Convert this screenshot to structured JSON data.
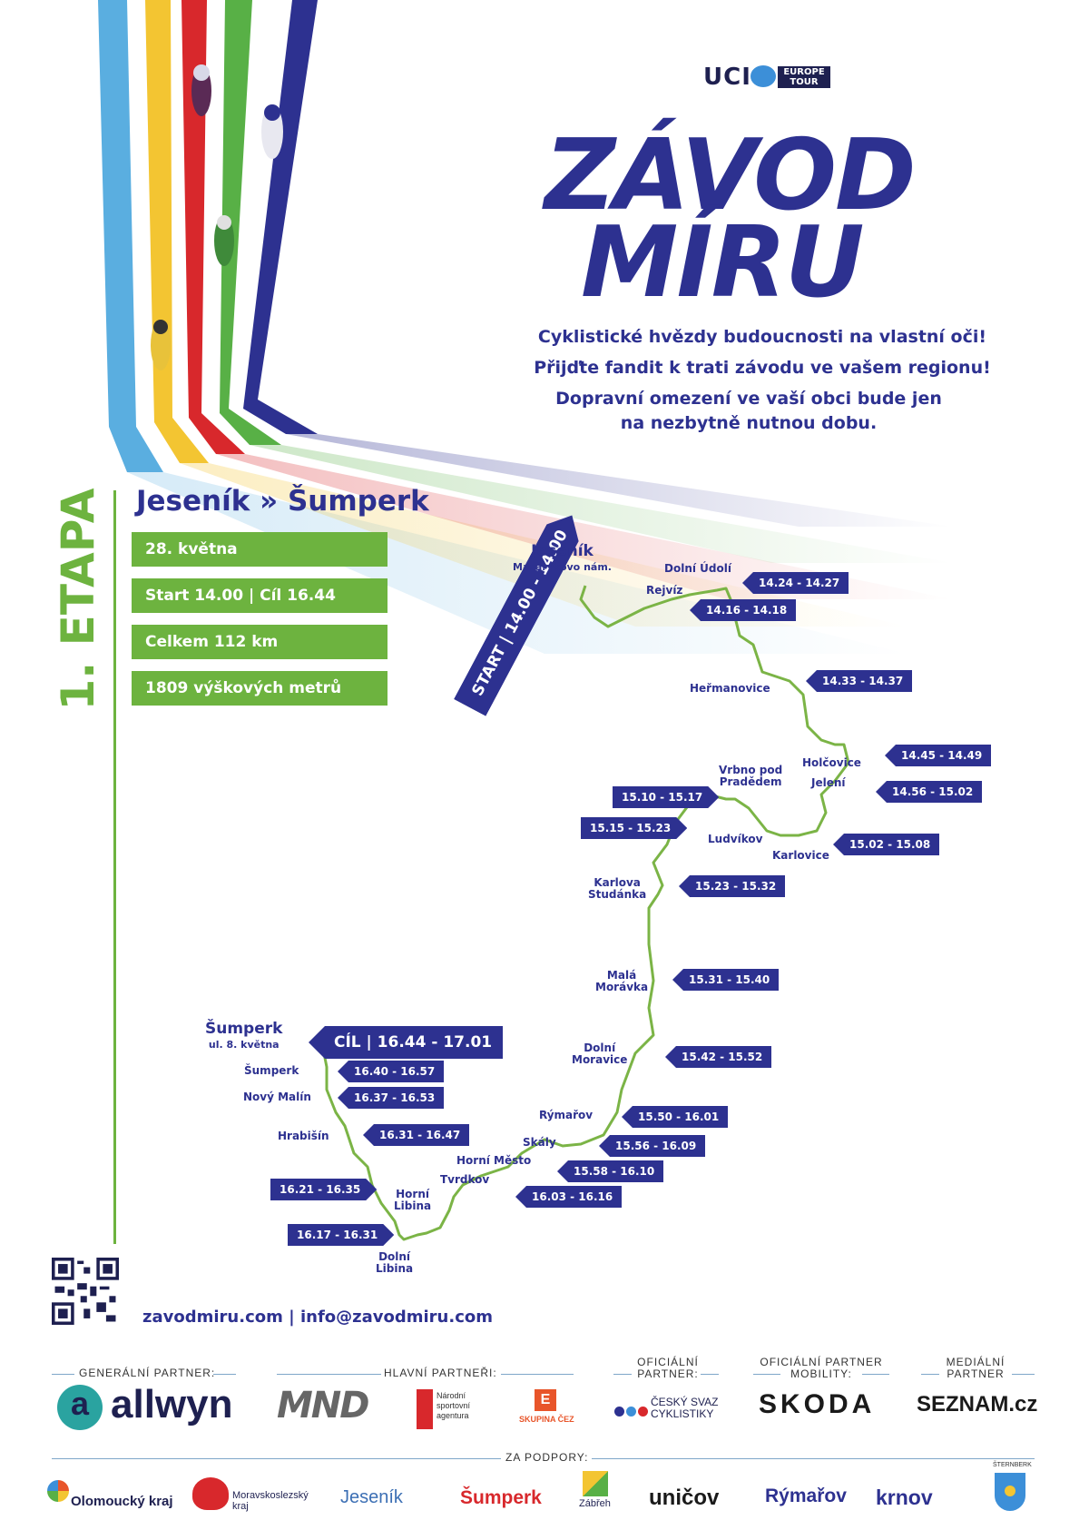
{
  "header": {
    "uci_text": "UCI",
    "uci_badge_line1": "EUROPE",
    "uci_badge_line2": "TOUR",
    "title_line1": "ZÁVOD",
    "title_line2": "MÍRU",
    "tagline1": "Cyklistické hvězdy budoucnosti na vlastní oči!",
    "tagline2": "Přijďte fandit k trati závodu  ve vašem regionu!",
    "tagline3": "Dopravní omezení ve vaší obci bude jen",
    "tagline4": "na nezbytně nutnou dobu."
  },
  "stage": {
    "label": "1. ETAPA",
    "route": "Jeseník » Šumperk",
    "date": "28. května",
    "times": "Start 14.00 | Cíl 16.44",
    "distance": "Celkem 112 km",
    "elevation": "1809 výškových metrů"
  },
  "map": {
    "start_label": "START | 14.00 - 14.00",
    "finish_label": "CÍL  |  16.44 - 17.01",
    "places": {
      "jesenik": "Jeseník",
      "jesenik_sub": "Masarykovo nám.",
      "dolni_udoli": "Dolní Údolí",
      "rejviz": "Rejvíz",
      "hermanovice": "Heřmanovice",
      "holcovice": "Holčovice",
      "jeleni": "Jelení",
      "vrbno_1": "Vrbno pod",
      "vrbno_2": "Pradědem",
      "ludvikov": "Ludvíkov",
      "karlovice": "Karlovice",
      "karlova_1": "Karlova",
      "karlova_2": "Studánka",
      "mala_1": "Malá",
      "mala_2": "Morávka",
      "dolni_mor_1": "Dolní",
      "dolni_mor_2": "Moravice",
      "rymarov": "Rýmařov",
      "skaly": "Skály",
      "horni_mesto": "Horní Město",
      "tvrdkov": "Tvrdkov",
      "horni_libina_1": "Horní",
      "horni_libina_2": "Libina",
      "dolni_libina_1": "Dolní",
      "dolni_libina_2": "Libina",
      "hrabisin": "Hrabišín",
      "novy_malin": "Nový Malín",
      "sumperk_small": "Šumperk",
      "sumperk_big": "Šumperk",
      "sumperk_sub": "ul. 8. května"
    },
    "times": {
      "t_dolni_udoli": "14.24 - 14.27",
      "t_rejviz": "14.16 - 14.18",
      "t_hermanovice": "14.33 - 14.37",
      "t_holcovice": "14.45 - 14.49",
      "t_jeleni": "14.56 - 15.02",
      "t_karlovice": "15.02 - 15.08",
      "t_vrbno": "15.10 - 15.17",
      "t_ludvikov": "15.15 - 15.23",
      "t_karlova": "15.23 - 15.32",
      "t_mala": "15.31 - 15.40",
      "t_dolni_mor": "15.42 - 15.52",
      "t_rymarov": "15.50 - 16.01",
      "t_skaly": "15.56 - 16.09",
      "t_horni_mesto": "15.58 - 16.10",
      "t_tvrdkov": "16.03 - 16.16",
      "t_horni_libina": "16.21 - 16.35",
      "t_dolni_libina": "16.17 - 16.31",
      "t_hrabisin": "16.31 - 16.47",
      "t_novy_malin": "16.37 - 16.53",
      "t_sumperk": "16.40 - 16.57"
    }
  },
  "footer": {
    "contact": "zavodmiru.com | info@zavodmiru.com",
    "labels": {
      "general": "GENERÁLNÍ PARTNER:",
      "main": "HLAVNÍ PARTNEŘI:",
      "official_1": "OFICIÁLNÍ",
      "official_2": "PARTNER:",
      "mobility_1": "OFICIÁLNÍ PARTNER",
      "mobility_2": "MOBILITY:",
      "media_1": "MEDIÁLNÍ",
      "media_2": "PARTNER",
      "support": "ZA PODPORY:"
    },
    "logos": {
      "allwyn": "allwyn",
      "allwyn_mark": "a",
      "mnd": "MND",
      "nsa_1": "Národní",
      "nsa_2": "sportovní",
      "nsa_3": "agentura",
      "cez": "SKUPINA ČEZ",
      "csc_1": "ČESKÝ SVAZ",
      "csc_2": "CYKLISTIKY",
      "skoda": "SKODA",
      "seznam": "SEZNAM.cz",
      "olomoucky": "Olomoucký kraj",
      "msk_1": "Moravskoslezský",
      "msk_2": "kraj",
      "jesenik": "Jeseník",
      "sumperk": "Šumperk",
      "zabreh": "Zábřeh",
      "unicov": "uničov",
      "rymarov": "Rýmařov",
      "krnov": "krnov",
      "sternberk": "ŠTERNBERK"
    }
  }
}
